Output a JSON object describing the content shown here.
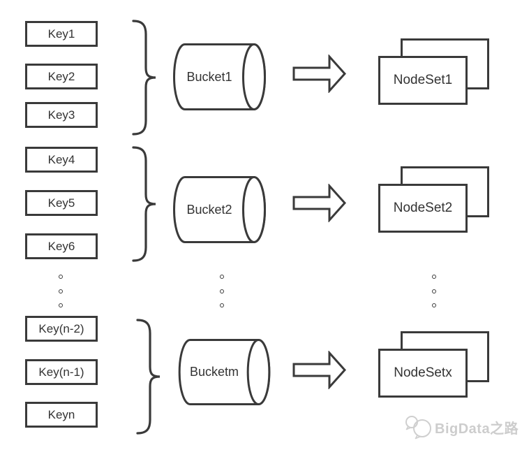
{
  "diagram": {
    "rows": [
      {
        "keys": [
          "Key1",
          "Key2",
          "Key3"
        ],
        "bucket": "Bucket1",
        "nodeset": "NodeSet1"
      },
      {
        "keys": [
          "Key4",
          "Key5",
          "Key6"
        ],
        "bucket": "Bucket2",
        "nodeset": "NodeSet2"
      },
      {
        "keys": [
          "Key(n-2)",
          "Key(n-1)",
          "Keyn"
        ],
        "bucket": "Bucketm",
        "nodeset": "NodeSetx"
      }
    ],
    "icons": {
      "brace": "right-curly-brace",
      "arrow": "right-block-arrow",
      "ellipsis": "vertical-dots",
      "watermark_logo": "chat-bubbles"
    },
    "colors": {
      "stroke": "#3a3a3a",
      "background": "#ffffff",
      "watermark": "#cdcdcd"
    },
    "watermark": {
      "text": "BigData之路"
    }
  }
}
